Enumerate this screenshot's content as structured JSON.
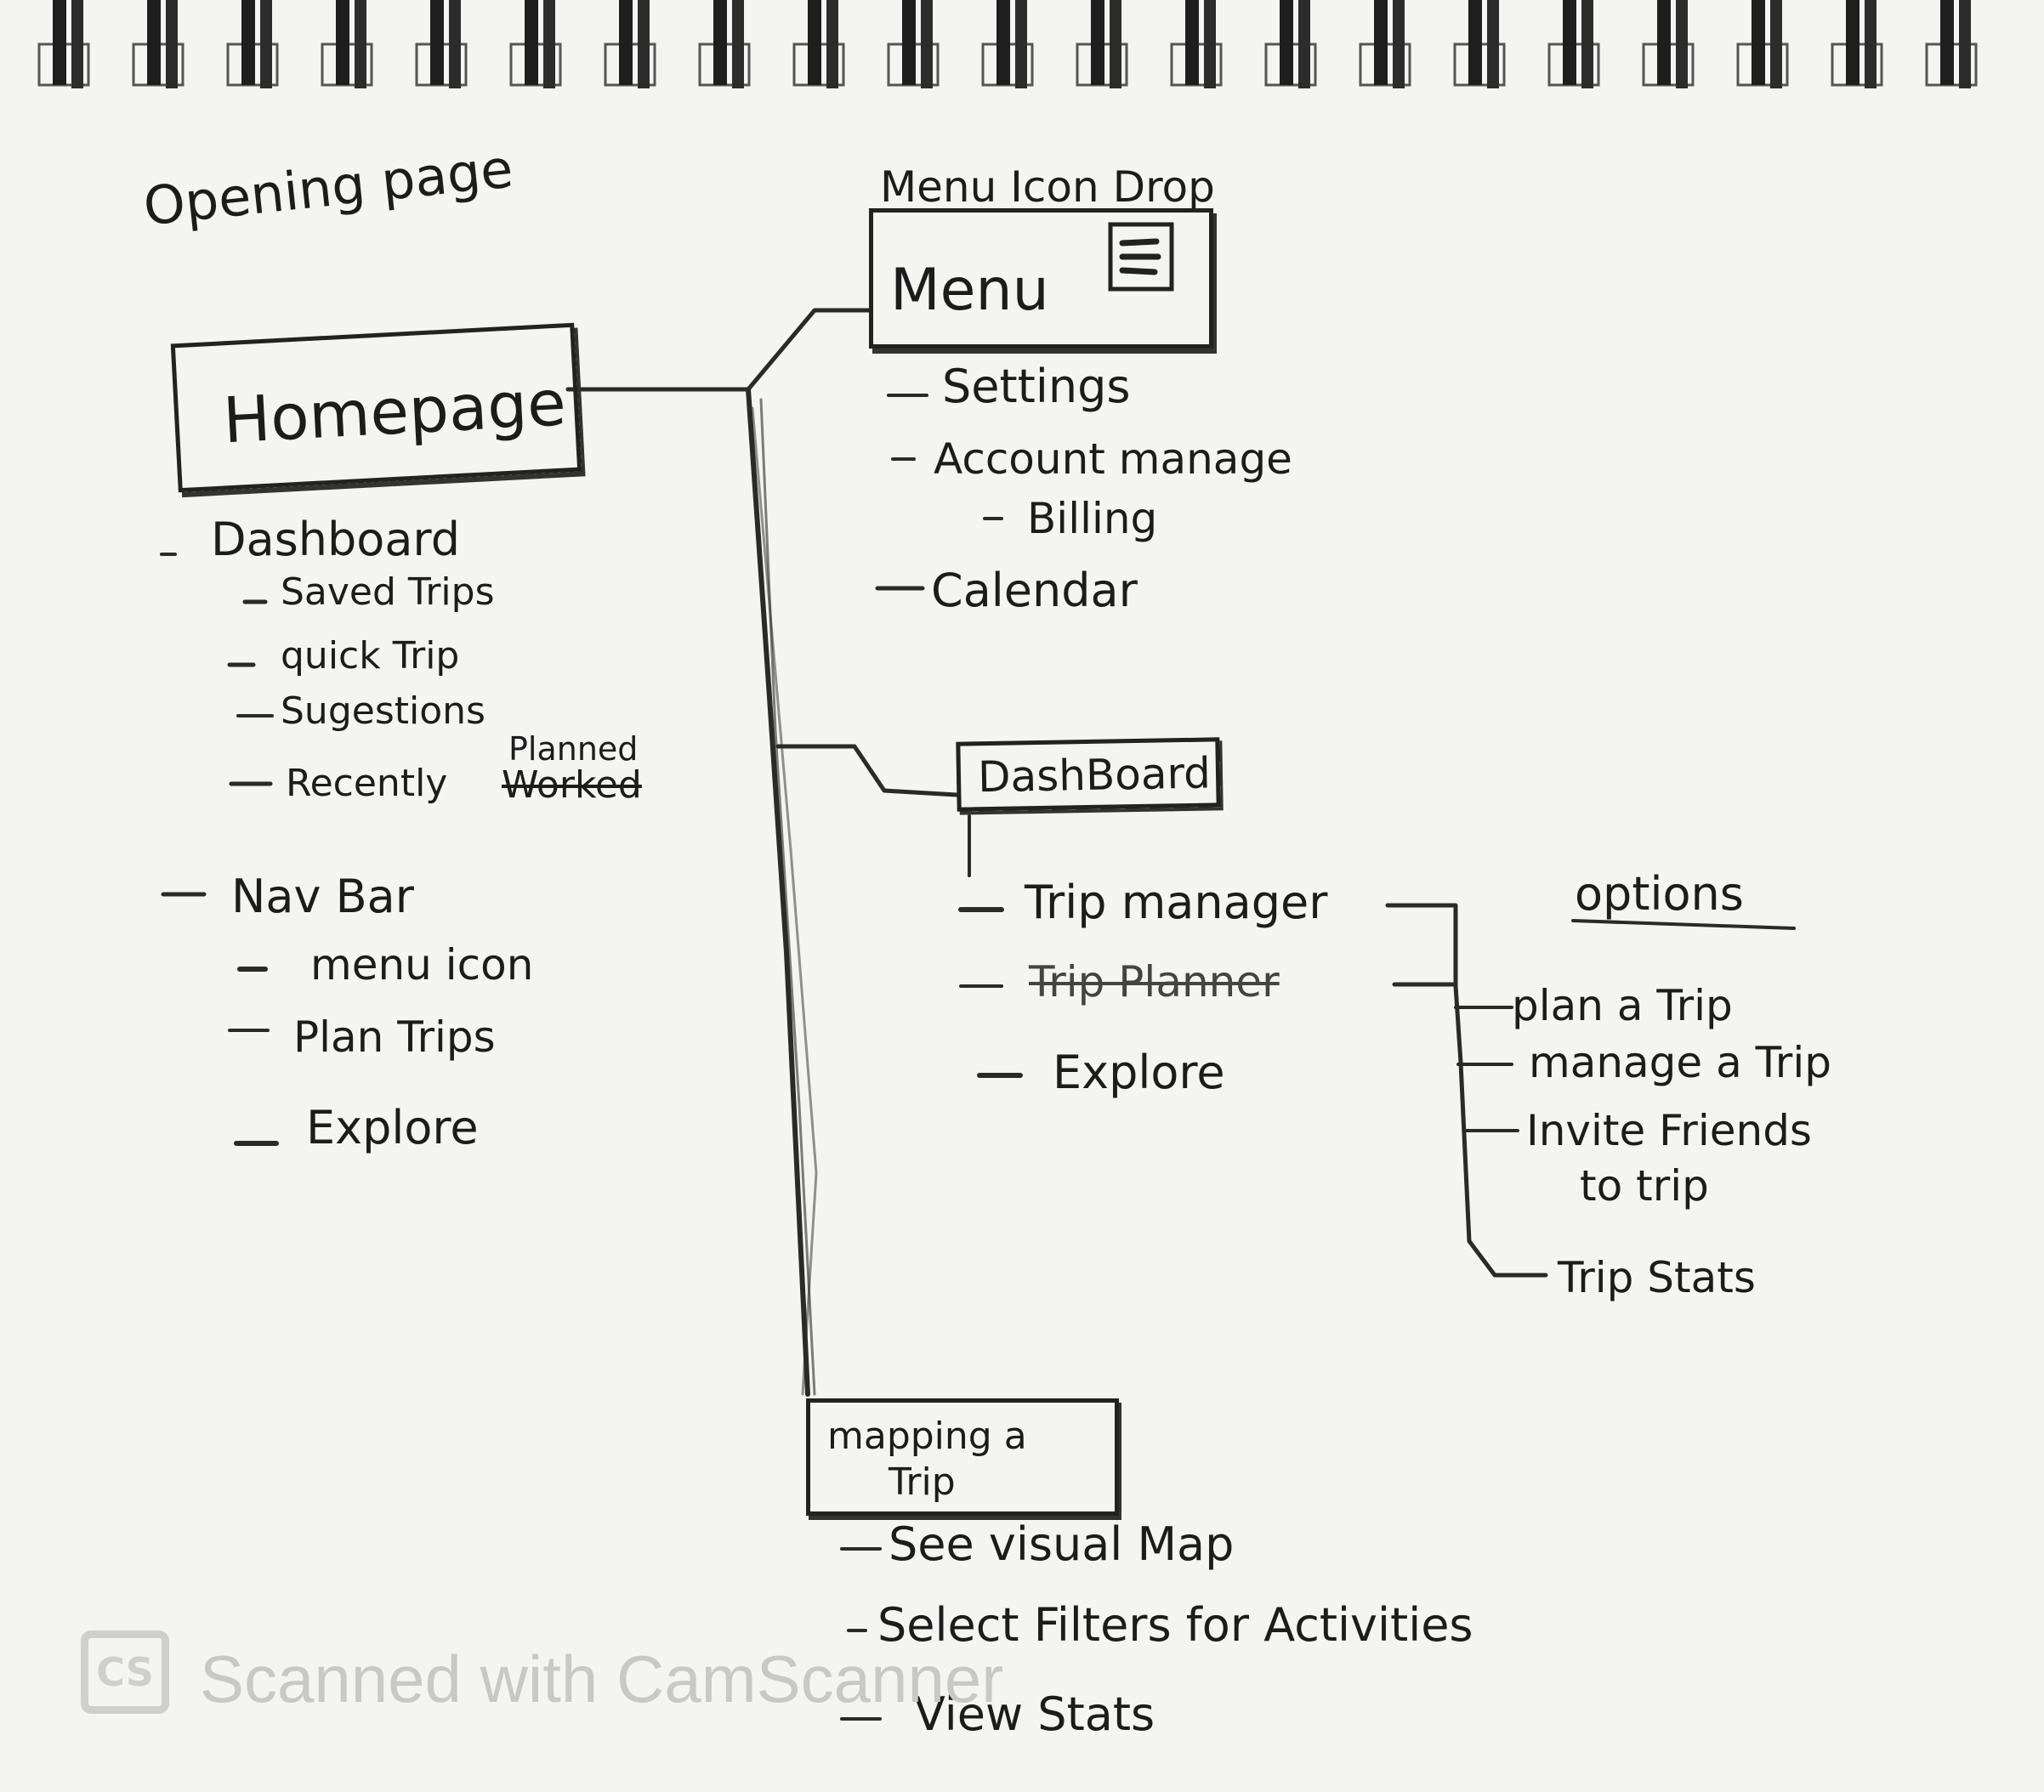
{
  "opening_page": "Opening page",
  "homepage": {
    "title": "Homepage",
    "items": {
      "dashboard": "Dashboard",
      "saved_trips": "Saved Trips",
      "quick_trip": "quick Trip",
      "sugestions": "Sugestions",
      "recently": "Recently",
      "struck": "Worked",
      "planned": "Planned",
      "nav_bar": "Nav Bar",
      "menu_icon": "menu icon",
      "plan_trips": "Plan Trips",
      "explore": "Explore"
    }
  },
  "menu": {
    "caption": "Menu Icon Drop",
    "title": "Menu",
    "icon": "hamburger-menu-icon",
    "items": {
      "settings": "Settings",
      "account": "Account manage",
      "billing": "Billing",
      "calendar": "Calendar"
    }
  },
  "dashboard": {
    "title": "DashBoard",
    "items": {
      "trip_manager": "Trip manager",
      "trip_planner": "Trip Planner",
      "explore": "Explore"
    }
  },
  "options": {
    "title": "options",
    "items": {
      "plan": "plan a Trip",
      "manage": "manage a Trip",
      "invite_1": "Invite Friends",
      "invite_2": "to trip",
      "stats": "Trip Stats"
    }
  },
  "mapping": {
    "title_1": "mapping a",
    "title_2": "Trip",
    "items": {
      "visual_map": "See visual Map",
      "filters": "Select Filters for Activities",
      "view_stats": "View Stats"
    }
  },
  "watermark": {
    "logo": "CS",
    "text": "Scanned with CamScanner"
  }
}
